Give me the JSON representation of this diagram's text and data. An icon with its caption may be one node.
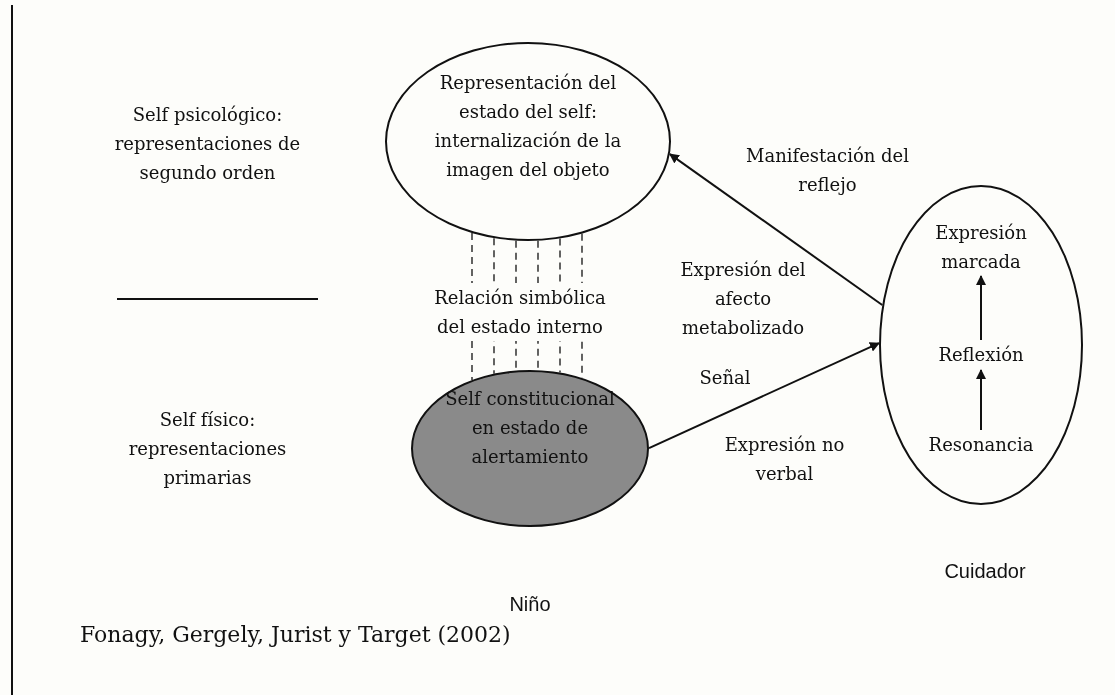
{
  "diagram": {
    "caption": "Fonagy, Gergely, Jurist y Target (2002)",
    "nodes": [
      {
        "text": [
          "Representación del estado del self: internalización de la imagen del objeto"
        ]
      },
      {
        "text": [
          "Self constitucional en estado de alertamiento"
        ],
        "beside": [
          "Niño"
        ]
      },
      {
        "text": [],
        "shape": "circle",
        "beside": [
          "Cuidador"
        ]
      },
      {
        "text": [
          "Expresión marcada"
        ],
        "in": 2
      },
      {
        "text": [
          "Reflexión"
        ],
        "in": 2
      },
      {
        "text": [
          "Resonancia"
        ],
        "in": 2
      }
    ],
    "edges": [
      {
        "from": 1,
        "to": 2,
        "arrow": "to",
        "label": "Señal"
      },
      {
        "from": 2,
        "to": 0,
        "arrow": "to",
        "label": "Manifestación del reflejo"
      },
      {
        "from": 5,
        "to": 4,
        "arrow": "to"
      },
      {
        "from": 4,
        "to": 3,
        "arrow": "to"
      },
      {
        "from": 0,
        "to": 1,
        "arrow": "none",
        "style": "dashed"
      },
      {
        "from": 0,
        "to": 1,
        "arrow": "none",
        "style": "dashed"
      },
      {
        "from": 0,
        "to": 1,
        "arrow": "none",
        "style": "dashed"
      },
      {
        "from": 0,
        "to": 1,
        "arrow": "none",
        "style": "dashed"
      },
      {
        "from": 0,
        "to": 1,
        "arrow": "none",
        "style": "dashed"
      },
      {
        "from": 0,
        "to": 1,
        "arrow": "none",
        "style": "dashed"
      }
    ],
    "labels": [
      "Self psicológico: representaciones de segundo orden",
      "Relación simbólica del estado interno",
      "Expresión del afecto metabolizado",
      "Self físico: representaciones primarias",
      "Expresión no verbal"
    ]
  }
}
